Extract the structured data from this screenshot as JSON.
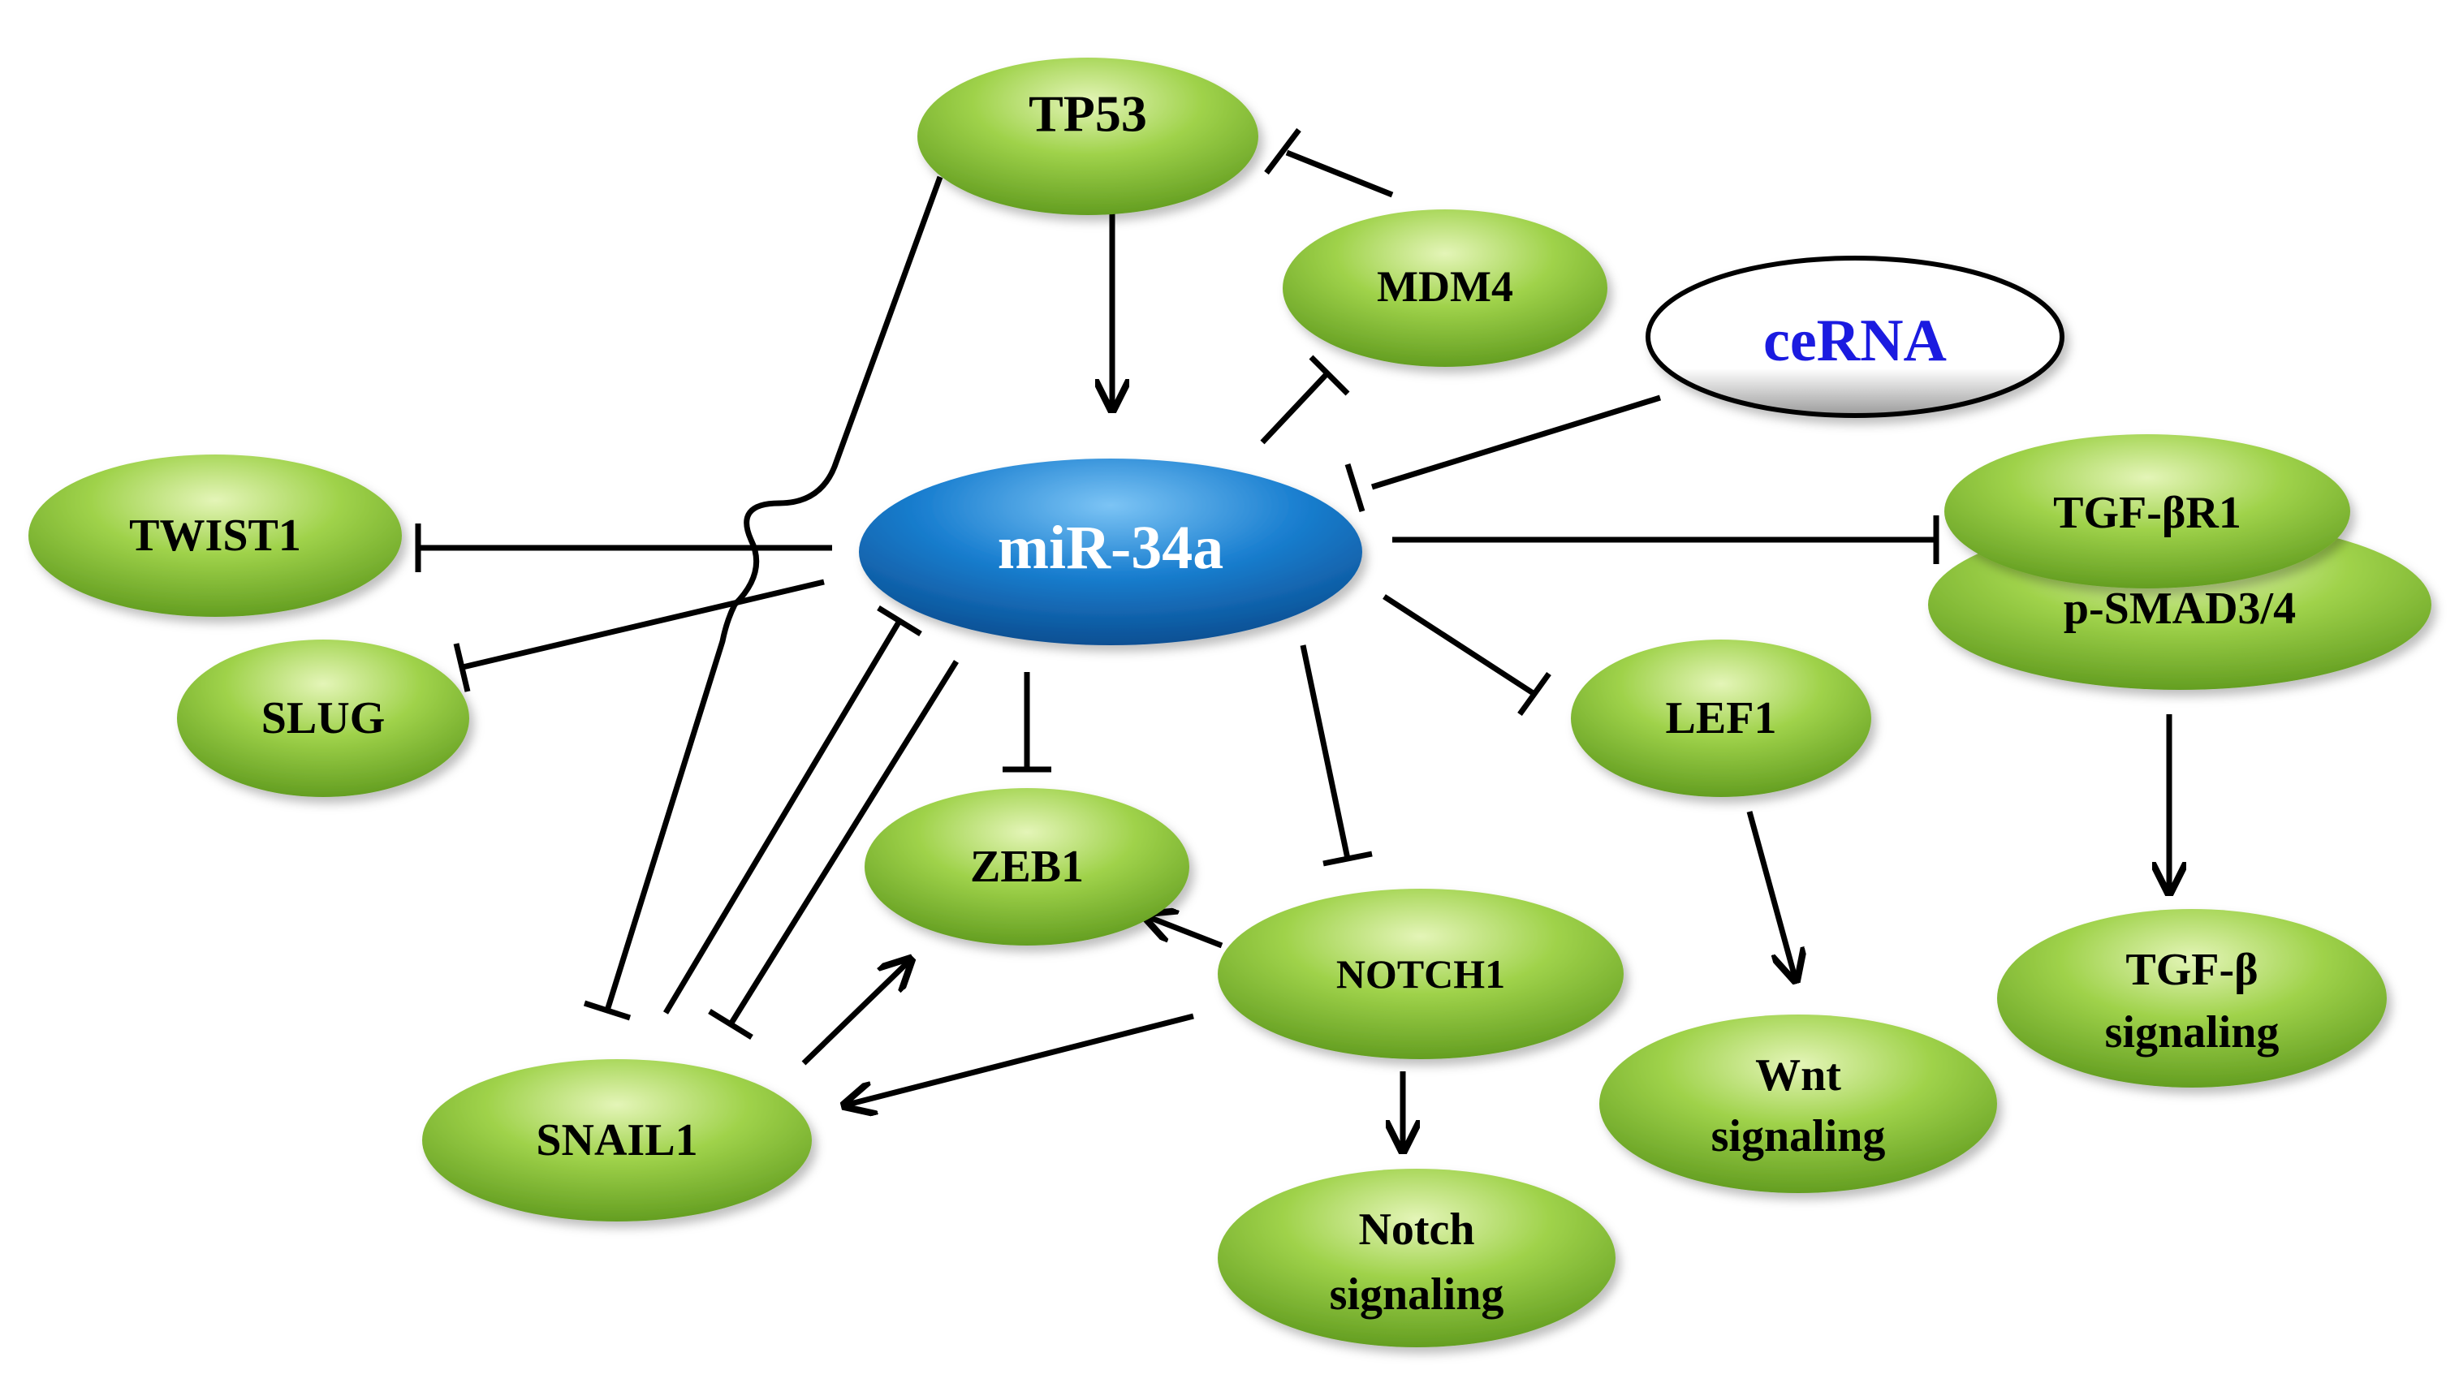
{
  "colors": {
    "gene_node": "#8cc63f",
    "mirna_node": "#1a7fd0",
    "cerna_text": "#1b1be0",
    "edge": "#000000"
  },
  "nodes": {
    "tp53": "TP53",
    "mdm4": "MDM4",
    "cerna": "ceRNA",
    "mir34a": "miR-34a",
    "twist1": "TWIST1",
    "slug": "SLUG",
    "tgfbr1": "TGF-βR1",
    "psmad": "p-SMAD3/4",
    "lef1": "LEF1",
    "zeb1": "ZEB1",
    "notch1": "NOTCH1",
    "snail1": "SNAIL1",
    "wnt": [
      "Wnt",
      "signaling"
    ],
    "tgfb": [
      "TGF-β",
      "signaling"
    ],
    "notch": [
      "Notch",
      "signaling"
    ]
  },
  "edges": [
    {
      "from": "TP53",
      "to": "miR-34a",
      "type": "activation"
    },
    {
      "from": "MDM4",
      "to": "TP53",
      "type": "inhibition"
    },
    {
      "from": "miR-34a",
      "to": "MDM4",
      "type": "inhibition"
    },
    {
      "from": "ceRNA",
      "to": "miR-34a",
      "type": "inhibition"
    },
    {
      "from": "miR-34a",
      "to": "TWIST1",
      "type": "inhibition"
    },
    {
      "from": "miR-34a",
      "to": "SLUG",
      "type": "inhibition"
    },
    {
      "from": "miR-34a",
      "to": "TGF-βR1",
      "type": "inhibition"
    },
    {
      "from": "miR-34a",
      "to": "LEF1",
      "type": "inhibition"
    },
    {
      "from": "miR-34a",
      "to": "ZEB1",
      "type": "inhibition"
    },
    {
      "from": "miR-34a",
      "to": "NOTCH1",
      "type": "inhibition"
    },
    {
      "from": "miR-34a",
      "to": "SNAIL1",
      "type": "inhibition"
    },
    {
      "from": "SNAIL1",
      "to": "miR-34a",
      "type": "inhibition"
    },
    {
      "from": "TP53",
      "to": "SNAIL1",
      "type": "inhibition"
    },
    {
      "from": "SNAIL1",
      "to": "ZEB1",
      "type": "activation"
    },
    {
      "from": "NOTCH1",
      "to": "ZEB1",
      "type": "activation"
    },
    {
      "from": "NOTCH1",
      "to": "SNAIL1",
      "type": "activation"
    },
    {
      "from": "NOTCH1",
      "to": "Notch signaling",
      "type": "activation"
    },
    {
      "from": "LEF1",
      "to": "Wnt signaling",
      "type": "activation"
    },
    {
      "from": "p-SMAD3/4",
      "to": "TGF-β signaling",
      "type": "activation"
    }
  ]
}
